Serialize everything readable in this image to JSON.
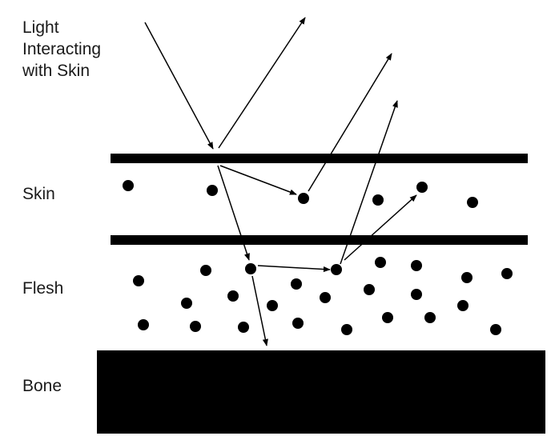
{
  "title_lines": [
    "Light",
    "Interacting",
    "with Skin"
  ],
  "layers": {
    "skin": "Skin",
    "flesh": "Flesh",
    "bone": "Bone"
  },
  "colors": {
    "background": "#ffffff",
    "ink": "#000000",
    "text": "#1a1a1a"
  }
}
